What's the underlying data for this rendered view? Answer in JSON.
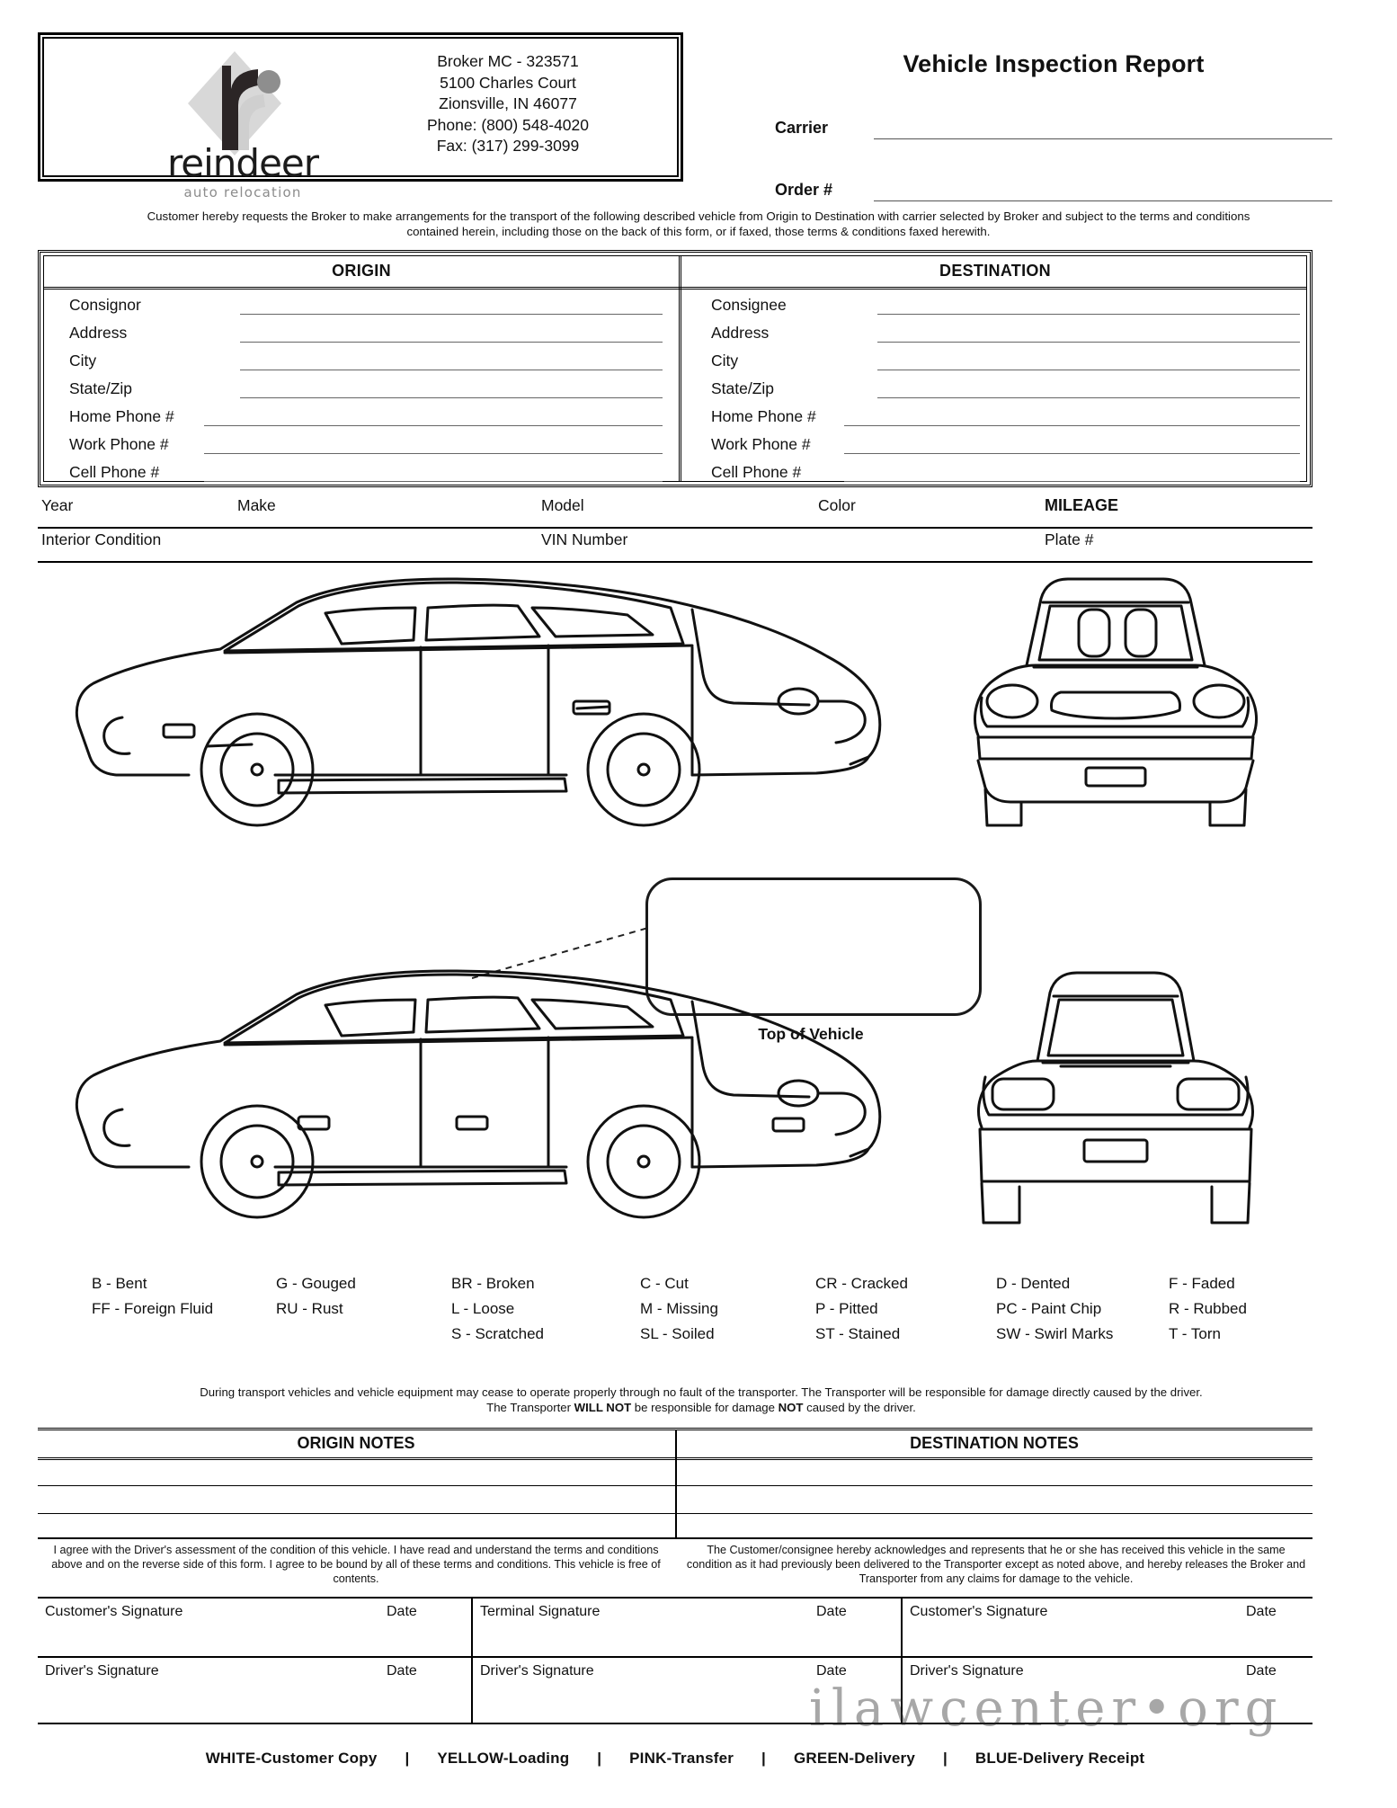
{
  "company": {
    "name": "reindeer",
    "tagline": "auto relocation",
    "broker_mc": "Broker MC - 323571",
    "street": "5100 Charles Court",
    "city_state_zip": "Zionsville, IN 46077",
    "phone": "Phone: (800) 548-4020",
    "fax": "Fax: (317) 299-3099"
  },
  "header": {
    "title": "Vehicle Inspection Report",
    "carrier_label": "Carrier",
    "order_label": "Order #"
  },
  "notice": {
    "line1": "Customer hereby requests the Broker to make arrangements for the transport of the following described vehicle from Origin to Destination with carrier selected by Broker and subject to the terms and conditions",
    "line2": "contained herein, including those on the back of this form, or if faxed, those terms & conditions faxed herewith."
  },
  "origin": {
    "heading": "ORIGIN",
    "fields": [
      "Consignor",
      "Address",
      "City",
      "State/Zip",
      "Home Phone #",
      "Work Phone #",
      "Cell Phone #"
    ]
  },
  "destination": {
    "heading": "DESTINATION",
    "fields": [
      "Consignee",
      "Address",
      "City",
      "State/Zip",
      "Home Phone #",
      "Work Phone #",
      "Cell Phone #"
    ]
  },
  "vehicle": {
    "row1": [
      "Year",
      "Make",
      "Model",
      "Color",
      "MILEAGE"
    ],
    "row2": [
      "Interior Condition",
      "VIN Number",
      "Plate #"
    ]
  },
  "diagram": {
    "top_of_vehicle_label": "Top of Vehicle"
  },
  "damage_codes": [
    [
      "B - Bent",
      "G - Gouged",
      "BR - Broken",
      "C - Cut",
      "CR - Cracked",
      "D - Dented",
      "F - Faded"
    ],
    [
      "FF - Foreign Fluid",
      "RU - Rust",
      "L - Loose",
      "M - Missing",
      "P - Pitted",
      "PC - Paint Chip",
      "R - Rubbed"
    ],
    [
      "",
      "",
      "S - Scratched",
      "SL - Soiled",
      "ST - Stained",
      "SW - Swirl Marks",
      "T - Torn"
    ]
  ],
  "disclaimer": {
    "line1": "During transport vehicles and vehicle equipment may cease to operate properly through no fault of the transporter. The Transporter will be responsible for damage directly caused by the driver.",
    "line2_a": "The Transporter ",
    "line2_b": "WILL NOT",
    "line2_c": " be responsible for damage ",
    "line2_d": "NOT",
    "line2_e": " caused by the driver."
  },
  "notes": {
    "origin_heading": "ORIGIN NOTES",
    "destination_heading": "DESTINATION NOTES"
  },
  "agreements": {
    "left": "I agree with the Driver's assessment of the condition of this vehicle. I have read and understand the terms and conditions above and on the reverse side of this form. I agree to be bound by all of these terms and conditions. This vehicle is free of contents.",
    "right": "The Customer/consignee hereby acknowledges and represents that he or she has received this vehicle in the same condition as it had previously been delivered to the Transporter except as noted above, and hereby releases the Broker and Transporter from any claims for damage to the vehicle."
  },
  "signatures": {
    "row1": [
      "Customer's Signature",
      "Date",
      "Terminal Signature",
      "Date",
      "Customer's Signature",
      "Date"
    ],
    "row2": [
      "Driver's Signature",
      "Date",
      "Driver's Signature",
      "Date",
      "Driver's Signature",
      "Date"
    ]
  },
  "footer": {
    "items": [
      "WHITE-Customer Copy",
      "YELLOW-Loading",
      "PINK-Transfer",
      "GREEN-Delivery",
      "BLUE-Delivery Receipt"
    ],
    "separator": "|"
  },
  "watermark": {
    "text": "ilawcenter•org"
  }
}
